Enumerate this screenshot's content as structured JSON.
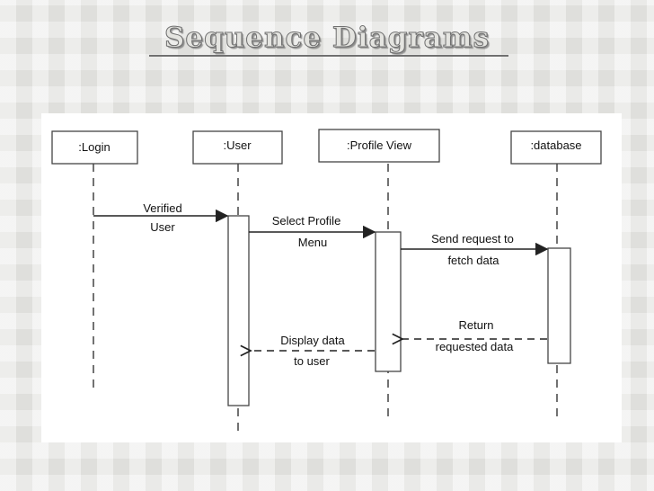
{
  "page": {
    "title": "Sequence Diagrams"
  },
  "diagram": {
    "lifelines": [
      {
        "id": "login",
        "label": ":Login"
      },
      {
        "id": "user",
        "label": ":User"
      },
      {
        "id": "profile",
        "label": ":Profile View"
      },
      {
        "id": "database",
        "label": ":database"
      }
    ],
    "messages": [
      {
        "from": "login",
        "to": "user",
        "style": "solid",
        "lines": [
          "Verified",
          "User"
        ]
      },
      {
        "from": "user",
        "to": "profile",
        "style": "solid",
        "lines": [
          "Select Profile",
          "Menu"
        ]
      },
      {
        "from": "profile",
        "to": "database",
        "style": "solid",
        "lines": [
          "Send request to",
          "fetch data"
        ]
      },
      {
        "from": "database",
        "to": "profile",
        "style": "dashed",
        "lines": [
          "Return",
          "requested data"
        ]
      },
      {
        "from": "profile",
        "to": "user",
        "style": "dashed",
        "lines": [
          "Display data",
          "to user"
        ]
      }
    ]
  },
  "colors": {
    "line": "#333333",
    "box_border": "#444444",
    "panel": "#ffffff"
  }
}
